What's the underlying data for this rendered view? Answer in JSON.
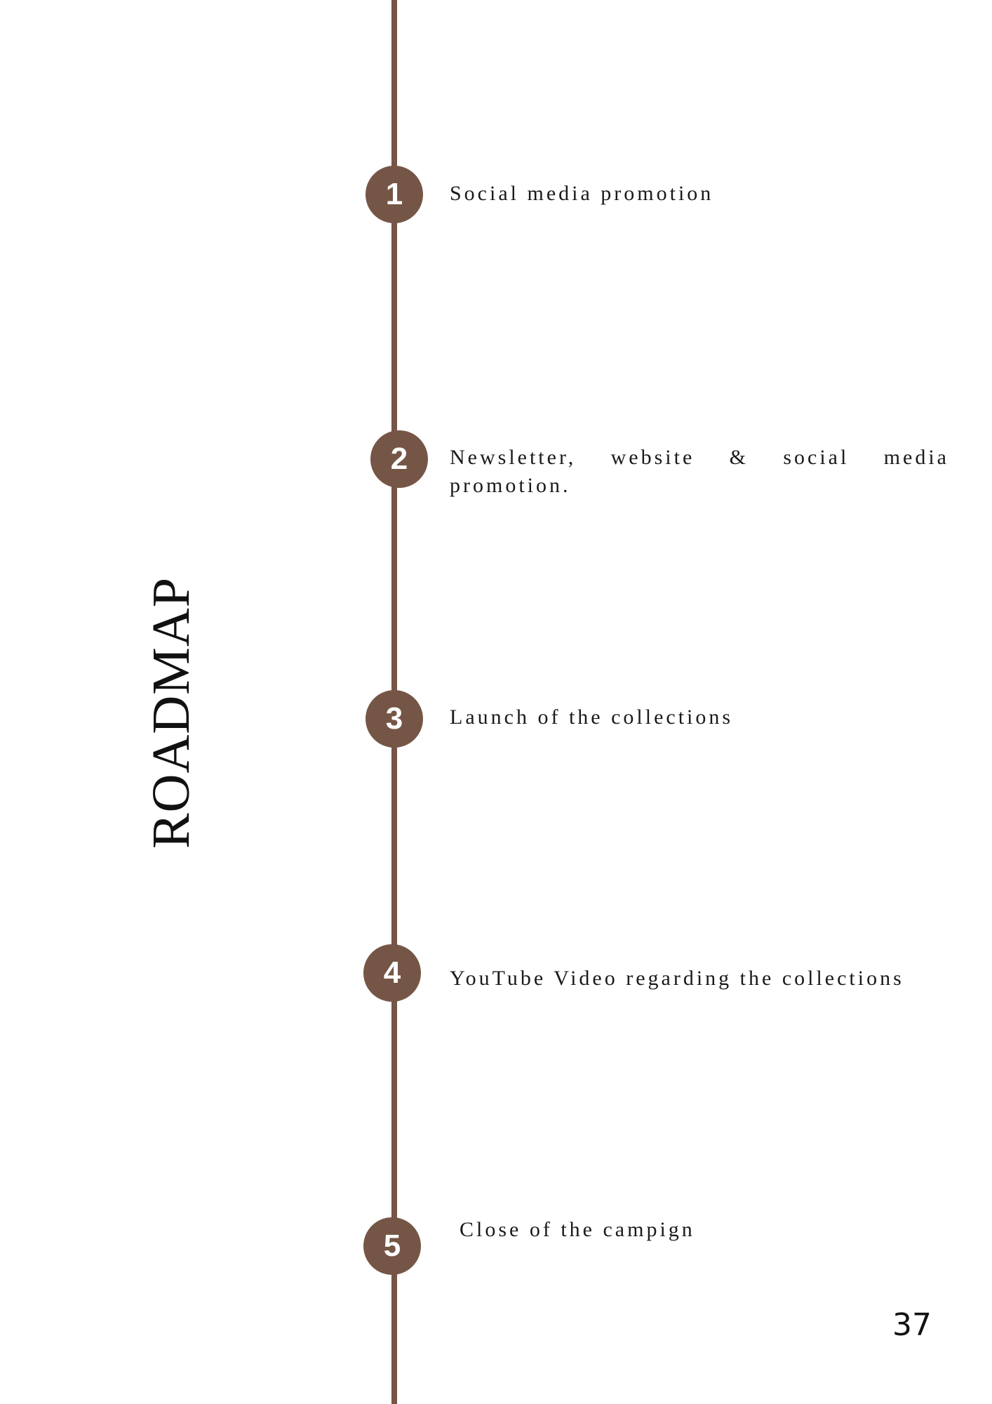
{
  "title": "ROADMAP",
  "steps": [
    {
      "number": "1",
      "text": "Social media promotion"
    },
    {
      "number": "2",
      "text": "Newsletter, website & social media promotion."
    },
    {
      "number": "3",
      "text": "Launch of the collections"
    },
    {
      "number": "4",
      "text": "YouTube Video regarding the collections"
    },
    {
      "number": "5",
      "text": "Close of the campign"
    }
  ],
  "page_number": "37",
  "colors": {
    "accent": "#755646",
    "text": "#1a1a1a",
    "background": "#ffffff"
  }
}
